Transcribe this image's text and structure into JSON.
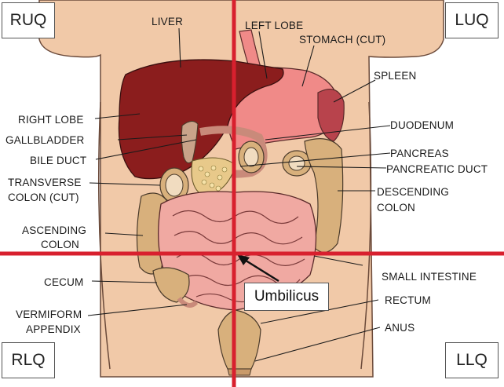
{
  "quadrants": {
    "ruq": "RUQ",
    "luq": "LUQ",
    "rlq": "RLQ",
    "llq": "LLQ"
  },
  "umbilicus_label": "Umbilicus",
  "labels": {
    "liver": "LIVER",
    "left_lobe": "LEFT LOBE",
    "stomach": "STOMACH (CUT)",
    "spleen": "SPLEEN",
    "right_lobe": "RIGHT LOBE",
    "gallbladder": "GALLBLADDER",
    "bile_duct": "BILE DUCT",
    "transverse_colon_line1": "TRANSVERSE",
    "transverse_colon_line2": "COLON (CUT)",
    "ascending_colon_line1": "ASCENDING",
    "ascending_colon_line2": "COLON",
    "cecum": "CECUM",
    "vermiform_appendix_line1": "VERMIFORM",
    "vermiform_appendix_line2": "APPENDIX",
    "duodenum": "DUODENUM",
    "pancreas": "PANCREAS",
    "pancreatic_duct": "PANCREATIC DUCT",
    "descending_colon_line1": "DESCENDING",
    "descending_colon_line2": "COLON",
    "small_intestine": "SMALL INTESTINE",
    "rectum": "RECTUM",
    "anus": "ANUS"
  },
  "colors": {
    "skin": "#f1c9a8",
    "liver": "#8b1d1d",
    "stomach": "#f08a88",
    "spleen": "#b8434c",
    "intestine": "#f0a9a2",
    "colon": "#d8b07c",
    "quadrant_line": "#d8202e"
  }
}
